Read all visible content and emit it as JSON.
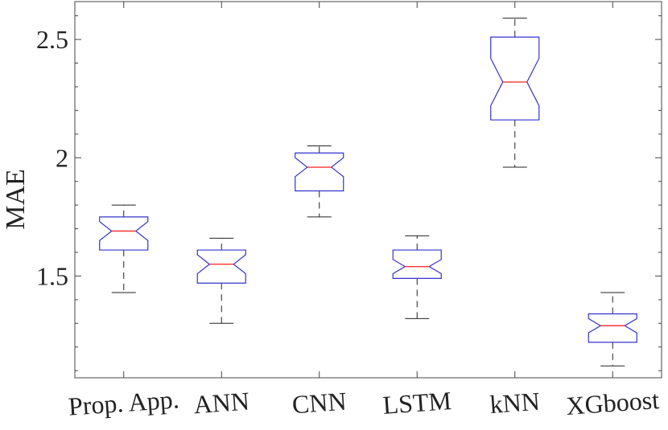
{
  "chart_data": {
    "type": "boxplot",
    "title": "",
    "xlabel": "",
    "ylabel": "MAE",
    "ylim": [
      1.07,
      2.66
    ],
    "yticks": [
      1.5,
      2,
      2.5
    ],
    "ytick_labels": [
      "1.5",
      "2",
      "2.5"
    ],
    "notched": true,
    "grid": false,
    "categories": [
      "Prop. App.",
      "ANN",
      "CNN",
      "LSTM",
      "kNN",
      "XGboost"
    ],
    "boxes": [
      {
        "whisker_low": 1.43,
        "q1": 1.61,
        "median": 1.69,
        "q3": 1.75,
        "whisker_high": 1.8,
        "notch_low": 1.65,
        "notch_high": 1.73
      },
      {
        "whisker_low": 1.3,
        "q1": 1.47,
        "median": 1.55,
        "q3": 1.61,
        "whisker_high": 1.66,
        "notch_low": 1.51,
        "notch_high": 1.59
      },
      {
        "whisker_low": 1.75,
        "q1": 1.86,
        "median": 1.96,
        "q3": 2.02,
        "whisker_high": 2.05,
        "notch_low": 1.92,
        "notch_high": 2.0
      },
      {
        "whisker_low": 1.32,
        "q1": 1.49,
        "median": 1.54,
        "q3": 1.61,
        "whisker_high": 1.67,
        "notch_low": 1.51,
        "notch_high": 1.57
      },
      {
        "whisker_low": 1.96,
        "q1": 2.16,
        "median": 2.32,
        "q3": 2.51,
        "whisker_high": 2.59,
        "notch_low": 2.22,
        "notch_high": 2.42
      },
      {
        "whisker_low": 1.12,
        "q1": 1.22,
        "median": 1.29,
        "q3": 1.34,
        "whisker_high": 1.43,
        "notch_low": 1.26,
        "notch_high": 1.32
      }
    ],
    "colors": {
      "box": "#3333cc",
      "median": "#ff3333",
      "whisker": "#222222",
      "axis": "#444444"
    }
  }
}
